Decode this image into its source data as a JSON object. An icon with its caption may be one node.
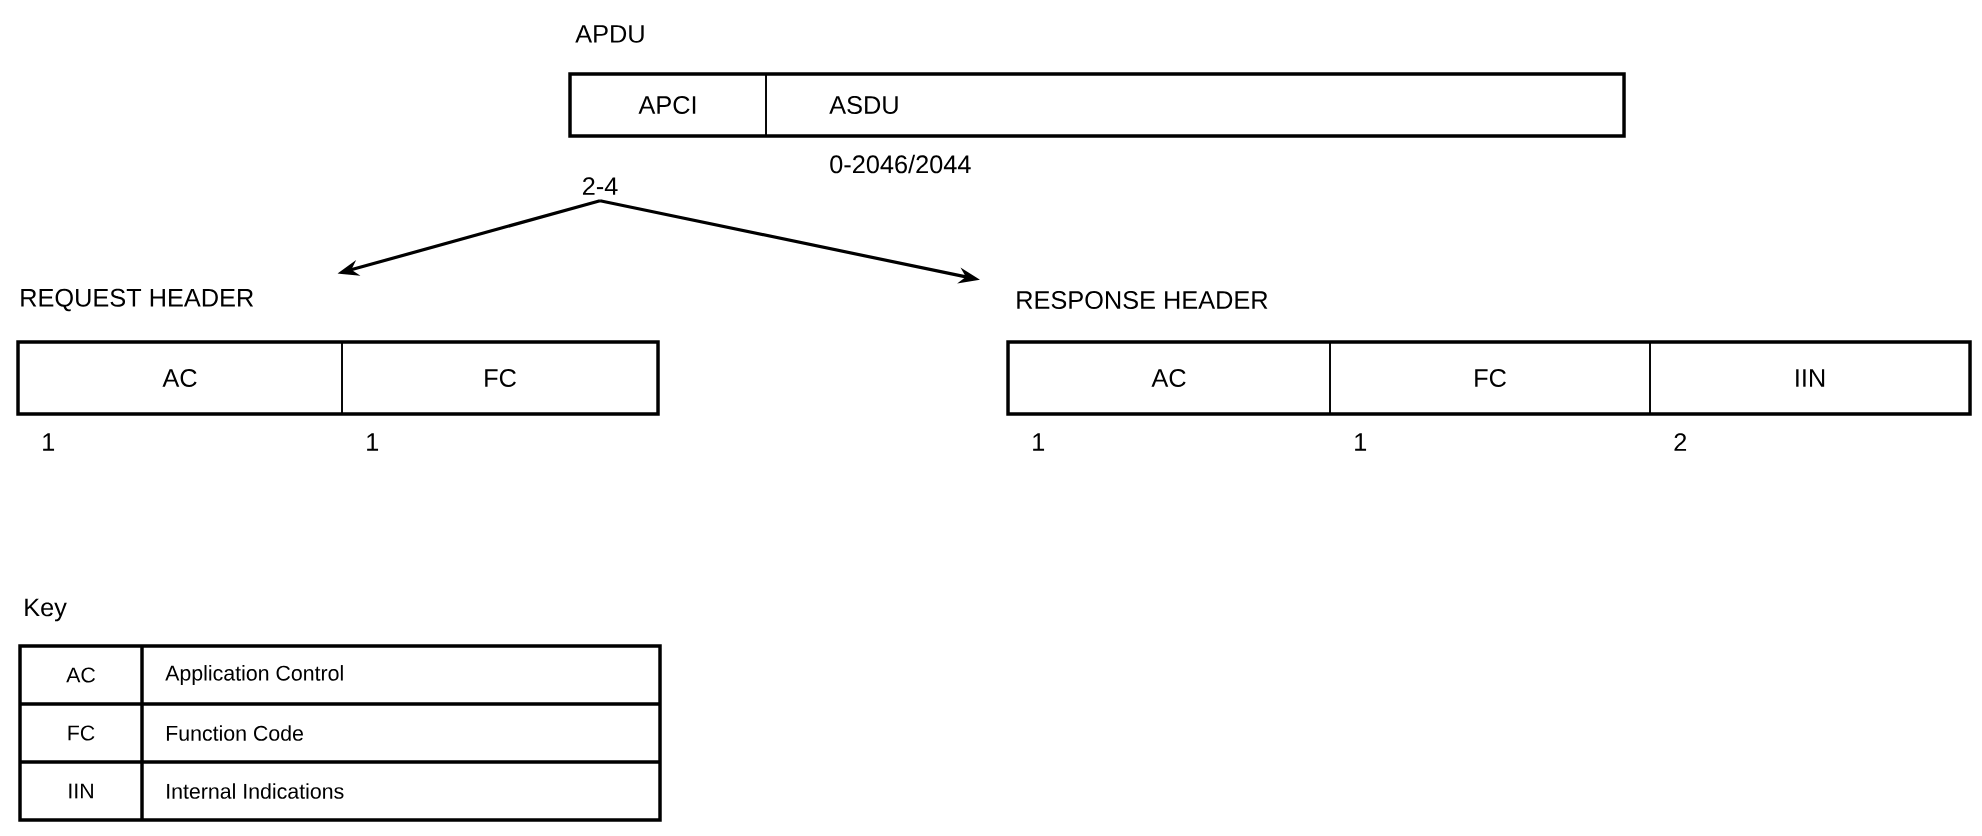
{
  "diagram": {
    "nodes": [
      {
        "text": [
          "APDU"
        ]
      },
      {
        "text": [
          "APCI"
        ],
        "in": 0
      },
      {
        "text": [
          "ASDU"
        ],
        "in": 0,
        "beside": [
          "0-2046/2044"
        ]
      },
      {
        "text": [
          "2-4"
        ]
      },
      {
        "text": [
          "REQUEST HEADER"
        ]
      },
      {
        "text": [
          "AC"
        ],
        "in": 4,
        "beside": [
          "1"
        ]
      },
      {
        "text": [
          "FC"
        ],
        "in": 4,
        "beside": [
          "1"
        ]
      },
      {
        "text": [
          "RESPONSE HEADER"
        ]
      },
      {
        "text": [
          "AC"
        ],
        "in": 7,
        "beside": [
          "1"
        ]
      },
      {
        "text": [
          "FC"
        ],
        "in": 7,
        "beside": [
          "1"
        ]
      },
      {
        "text": [
          "IIN"
        ],
        "in": 7,
        "beside": [
          "2"
        ]
      }
    ],
    "edges": [
      {
        "from": 3,
        "to": 4,
        "arrow": "to"
      },
      {
        "from": 3,
        "to": 7,
        "arrow": "to"
      }
    ],
    "labels": [
      "Key",
      "AC",
      "Application Control",
      "FC",
      "Function Code",
      "IIN",
      "Internal Indications"
    ]
  }
}
